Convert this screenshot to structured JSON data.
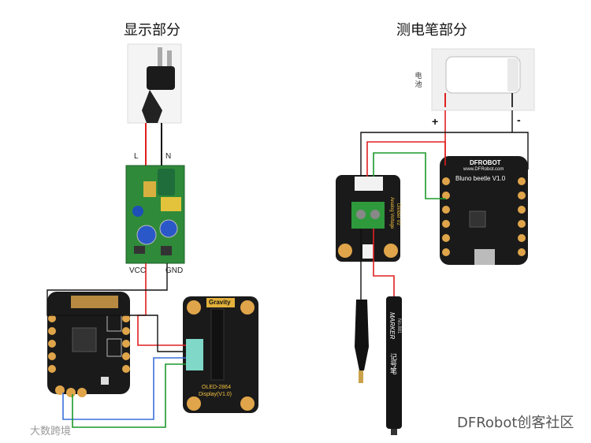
{
  "sections": {
    "display_title": "显示部分",
    "tester_title": "测电笔部分"
  },
  "labels": {
    "live": "L",
    "neutral": "N",
    "vcc": "VCC",
    "gnd": "GND",
    "battery": "电池",
    "plus": "+",
    "minus": "-",
    "gravity": "Gravity",
    "oled_line1": "OLED-2864",
    "oled_line2": "Display(V1.0)",
    "dfrobot_logo": "DFROBOT",
    "dfrobot_url": "www.DFRobot.com",
    "beetle_name": "Bluno beetle V1.0",
    "divider_name": "Analog Voltage",
    "divider_name2": "Divider V2",
    "pen_brand": "记号笔",
    "pen_marker": "MARKER",
    "pen_model": "No.881"
  },
  "watermarks": {
    "left": "大数跨境",
    "right": "DFRobot创客社区"
  },
  "colors": {
    "pcb": "#1a1a1a",
    "gold": "#e0a54a",
    "wire_red": "#e02020",
    "wire_black": "#111111",
    "wire_green": "#1a9a2a",
    "wire_blue": "#3a70d8",
    "terminal_green": "#2e9a3c"
  }
}
